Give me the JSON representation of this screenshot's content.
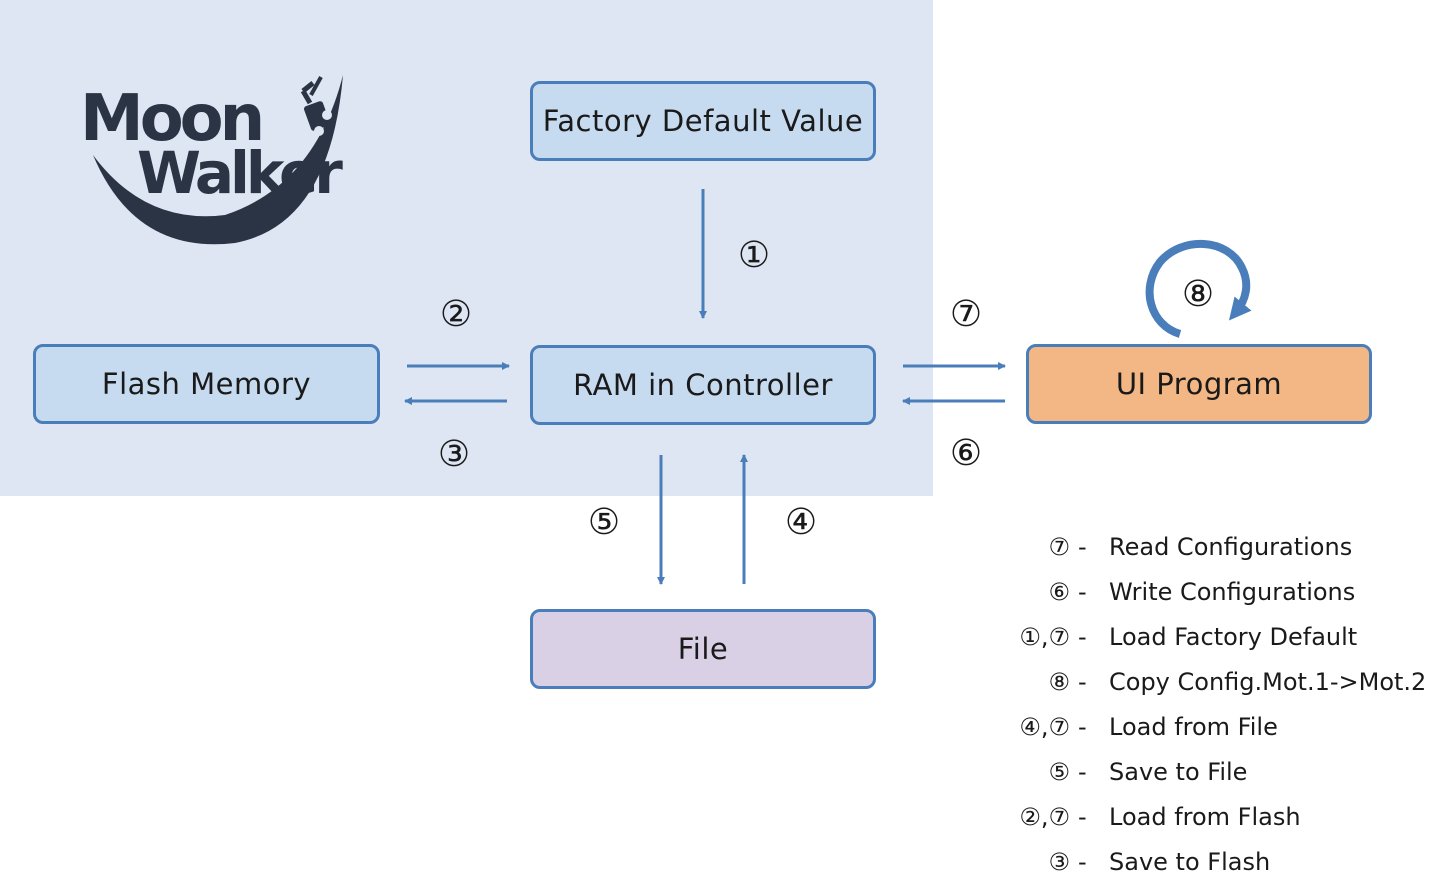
{
  "colors": {
    "panel": "#dde6f2",
    "box_blue": "#c6daf0",
    "box_orange": "#f2b784",
    "box_purple": "#d9d0e6",
    "border": "#4a7ebb",
    "arrow": "#4a7ebb",
    "logo": "#2b3444"
  },
  "logo": {
    "line1": "Moon",
    "line2": "Walker",
    "icon": "robot-on-moon-icon"
  },
  "boxes": {
    "factory": "Factory Default Value",
    "ram": "RAM in Controller",
    "flash": "Flash Memory",
    "ui": "UI Program",
    "file": "File"
  },
  "markers": {
    "n1": "①",
    "n2": "②",
    "n3": "③",
    "n4": "④",
    "n5": "⑤",
    "n6": "⑥",
    "n7": "⑦",
    "n8": "⑧"
  },
  "legend": [
    {
      "key": "⑦",
      "text": "Read Configurations"
    },
    {
      "key": "⑥",
      "text": "Write Configurations"
    },
    {
      "key": "①,⑦",
      "text": "Load Factory Default"
    },
    {
      "key": "⑧",
      "text": "Copy Config.Mot.1->Mot.2"
    },
    {
      "key": "④,⑦",
      "text": "Load from File"
    },
    {
      "key": "⑤",
      "text": "Save to File"
    },
    {
      "key": "②,⑦",
      "text": "Load from Flash"
    },
    {
      "key": "③",
      "text": "Save to Flash"
    }
  ],
  "legend_separator": "-"
}
